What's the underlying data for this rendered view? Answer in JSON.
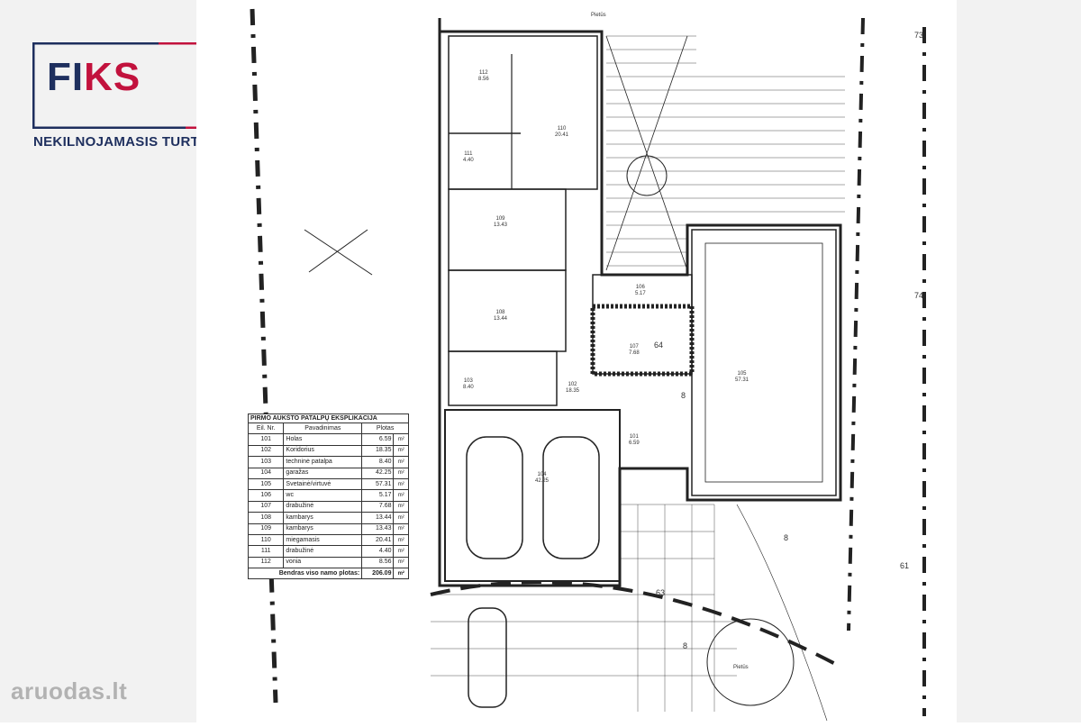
{
  "brand": {
    "logo_text": "FIKS",
    "tagline": "NEKILNOJAMASIS TURTAS"
  },
  "watermark": "aruodas.lt",
  "table": {
    "title": "PIRMO AUKŠTO PATALPŲ EKSPLIKACIJA",
    "headers": [
      "Eil. Nr.",
      "Pavadinimas",
      "Plotas"
    ],
    "rows": [
      {
        "nr": "101",
        "name": "Holas",
        "area": "6.59",
        "unit": "m²"
      },
      {
        "nr": "102",
        "name": "Koridorius",
        "area": "18.35",
        "unit": "m²"
      },
      {
        "nr": "103",
        "name": "techninė patalpa",
        "area": "8.40",
        "unit": "m²"
      },
      {
        "nr": "104",
        "name": "garažas",
        "area": "42.25",
        "unit": "m²"
      },
      {
        "nr": "105",
        "name": "Svetainė/virtuvė",
        "area": "57.31",
        "unit": "m²"
      },
      {
        "nr": "106",
        "name": "wc",
        "area": "5.17",
        "unit": "m²"
      },
      {
        "nr": "107",
        "name": "drabužinė",
        "area": "7.68",
        "unit": "m²"
      },
      {
        "nr": "108",
        "name": "kambarys",
        "area": "13.44",
        "unit": "m²"
      },
      {
        "nr": "109",
        "name": "kambarys",
        "area": "13.43",
        "unit": "m²"
      },
      {
        "nr": "110",
        "name": "miegamasis",
        "area": "20.41",
        "unit": "m²"
      },
      {
        "nr": "111",
        "name": "drabužinė",
        "area": "4.40",
        "unit": "m²"
      },
      {
        "nr": "112",
        "name": "vonia",
        "area": "8.56",
        "unit": "m²"
      }
    ],
    "total_label": "Bendras viso namo plotas:",
    "total_area": "206.09",
    "total_unit": "m²"
  },
  "room_labels": [
    {
      "nr": "112",
      "area": "8.56"
    },
    {
      "nr": "110",
      "area": "20.41"
    },
    {
      "nr": "111",
      "area": "4.40"
    },
    {
      "nr": "109",
      "area": "13.43"
    },
    {
      "nr": "108",
      "area": "13.44"
    },
    {
      "nr": "106",
      "area": "5.17"
    },
    {
      "nr": "107",
      "area": "7.68"
    },
    {
      "nr": "103",
      "area": "8.40"
    },
    {
      "nr": "102",
      "area": "18.35"
    },
    {
      "nr": "105",
      "area": "57.31"
    },
    {
      "nr": "101",
      "area": "6.59"
    },
    {
      "nr": "104",
      "area": "42.25"
    }
  ],
  "site_numbers": [
    "73",
    "74",
    "61",
    "63",
    "8",
    "8",
    "8",
    "64"
  ],
  "north_labels": [
    "Pietūs",
    "Pietūs"
  ],
  "colors": {
    "navy": "#1e2f5e",
    "crimson": "#c2123d"
  }
}
